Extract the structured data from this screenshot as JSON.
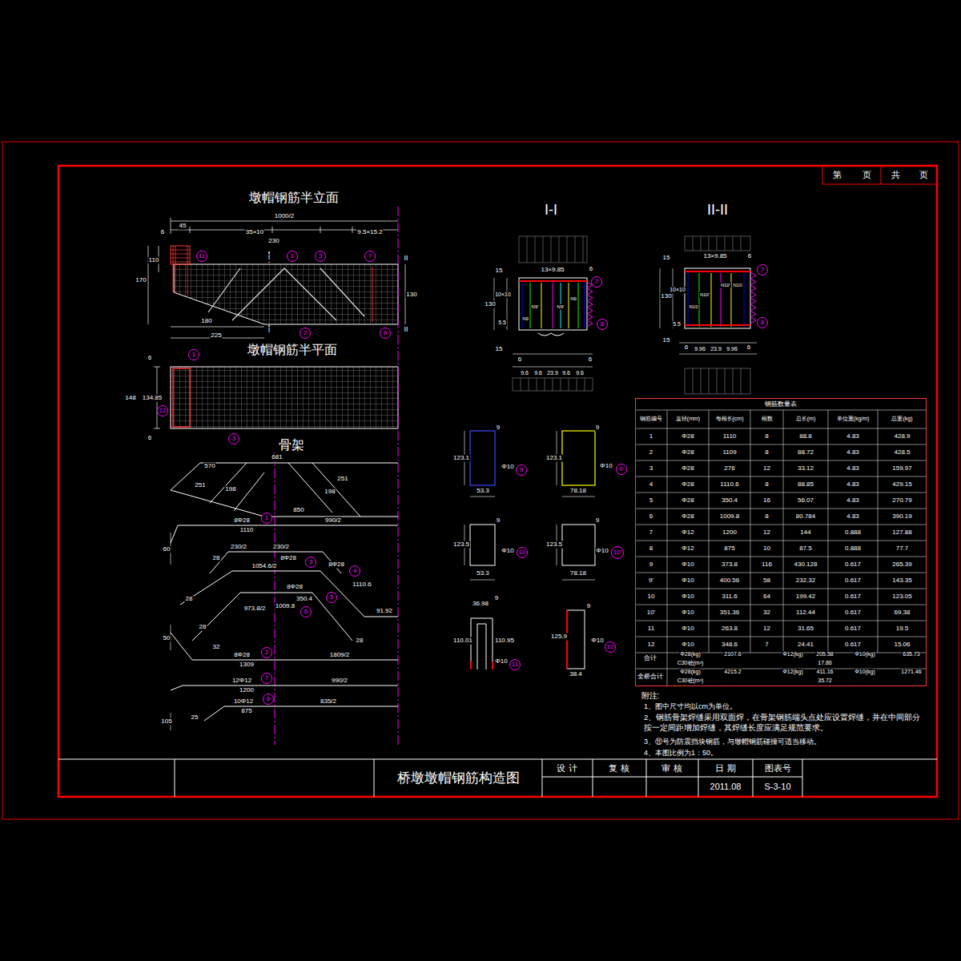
{
  "diagram": {
    "title": "桥墩墩帽钢筋构造图",
    "nodes": [
      {
        "text": [
          "钢筋数量表"
        ]
      },
      {
        "text": [
          "11"
        ]
      },
      {
        "text": [
          "1"
        ]
      },
      {
        "text": [
          "3"
        ]
      },
      {
        "text": [
          "7"
        ]
      },
      {
        "text": [
          "2"
        ]
      },
      {
        "text": [
          "8"
        ]
      },
      {
        "text": [
          "1"
        ]
      },
      {
        "text": [
          "12"
        ]
      },
      {
        "text": [
          "3"
        ]
      },
      {
        "text": [
          "1"
        ]
      },
      {
        "text": [
          "3"
        ]
      },
      {
        "text": [
          "4"
        ]
      },
      {
        "text": [
          "5"
        ]
      },
      {
        "text": [
          "6"
        ]
      },
      {
        "text": [
          "2"
        ]
      },
      {
        "text": [
          "7"
        ]
      },
      {
        "text": [
          "8"
        ]
      },
      {
        "text": [
          "7"
        ]
      },
      {
        "text": [
          "8"
        ]
      },
      {
        "text": [
          "7"
        ]
      },
      {
        "text": [
          "8"
        ]
      },
      {
        "text": [
          "9"
        ]
      },
      {
        "text": [
          "9'"
        ]
      },
      {
        "text": [
          "10"
        ]
      },
      {
        "text": [
          "10'"
        ]
      },
      {
        "text": [
          "11"
        ]
      },
      {
        "text": [
          "12"
        ]
      }
    ],
    "labels": [
      "墩帽钢筋半立面",
      "墩帽钢筋半平面",
      "骨架",
      "I-I",
      "II-II",
      "1000/2",
      "45",
      "6",
      "35×10",
      "230",
      "9.5×15.2",
      "170",
      "110",
      "130",
      "180",
      "225",
      "I",
      "I",
      "II",
      "II",
      "6",
      "148",
      "134.85",
      "6",
      "570",
      "681",
      "850",
      "251",
      "198",
      "198",
      "251",
      "8Φ28",
      "1110",
      "990/2",
      "60",
      "230/2",
      "230/2",
      "8Φ28",
      "28",
      "1054.6/2",
      "8Φ28",
      "1110.6",
      "28",
      "8Φ28",
      "350.4",
      "973.8/2",
      "1009.8",
      "28",
      "28",
      "91.92",
      "50",
      "32",
      "8Φ28",
      "1309",
      "1809/2",
      "12Φ12",
      "1200",
      "990/2",
      "10Φ12",
      "875",
      "835/2",
      "105",
      "25",
      "15",
      "6",
      "13×9.85",
      "130",
      "10×10",
      "5.5",
      "15",
      "6",
      "9.6",
      "9.6",
      "23.9",
      "9.6",
      "9.6",
      "6",
      "15",
      "13×9.85",
      "6",
      "130",
      "10×10",
      "5.5",
      "15",
      "6",
      "9.96",
      "23.9",
      "9.96",
      "6",
      "N9",
      "N9'",
      "N9'",
      "N9",
      "N10",
      "N10'",
      "N10'",
      "N10",
      "9",
      "123.1",
      "53.3",
      "Φ10",
      "9",
      "123.1",
      "78.18",
      "Φ10",
      "9",
      "123.5",
      "53.3",
      "Φ10",
      "9",
      "123.5",
      "78.18",
      "Φ10",
      "36.98",
      "110.01",
      "110.95",
      "9",
      "Φ10",
      "9",
      "125.9",
      "38.4",
      "Φ10",
      "合计",
      "Φ28(kg)",
      "2107.6",
      "Φ12(kg)",
      "205.58",
      "Φ10(kg)",
      "635.73",
      "C30砼(m³)",
      "17.86",
      "全桥合计",
      "Φ28(kg)",
      "4215.2",
      "Φ12(kg)",
      "411.16",
      "Φ10(kg)",
      "1271.46",
      "C30砼(m³)",
      "35.72",
      "附注:",
      "1、图中尺寸均以cm为单位。",
      "2、钢筋骨架焊缝采用双面焊，在骨架钢筋端头点处应设置焊缝，并在中间部分按一定间距增加焊缝，其焊缝长度应满足规范要求。",
      "3、⑪号为防震挡块钢筋，与墩帽钢筋碰撞可适当移动。",
      "4、本图比例为1：50。",
      "设 计",
      "复 核",
      "审 核",
      "日 期",
      "图表号",
      "2011.08",
      "S-3-10",
      "第",
      "页",
      "共",
      "页",
      "钢筋编号",
      "直径(mm)",
      "每根长(cm)",
      "根数",
      "总长(m)",
      "单位重(kg/m)",
      "总重(kg)",
      "1",
      "Φ28",
      "1110",
      "8",
      "88.8",
      "4.83",
      "428.9",
      "2",
      "Φ28",
      "1109",
      "8",
      "88.72",
      "4.83",
      "428.5",
      "3",
      "Φ28",
      "276",
      "12",
      "33.12",
      "4.83",
      "159.97",
      "4",
      "Φ28",
      "1110.6",
      "8",
      "88.85",
      "4.83",
      "429.15",
      "5",
      "Φ28",
      "350.4",
      "16",
      "56.07",
      "4.83",
      "270.79",
      "6",
      "Φ28",
      "1009.8",
      "8",
      "80.784",
      "4.83",
      "390.19",
      "7",
      "Φ12",
      "1200",
      "12",
      "144",
      "0.888",
      "127.88",
      "8",
      "Φ12",
      "875",
      "10",
      "87.5",
      "0.888",
      "77.7",
      "9",
      "Φ10",
      "373.8",
      "116",
      "430.128",
      "0.617",
      "265.39",
      "9'",
      "Φ10",
      "400.56",
      "58",
      "232.32",
      "0.617",
      "143.35",
      "10",
      "Φ10",
      "311.6",
      "64",
      "199.42",
      "0.617",
      "123.05",
      "10'",
      "Φ10",
      "351.36",
      "32",
      "112.44",
      "0.617",
      "69.38",
      "11",
      "Φ10",
      "263.8",
      "12",
      "31.65",
      "0.617",
      "19.5",
      "12",
      "Φ10",
      "348.6",
      "7",
      "24.41",
      "0.617",
      "15.06"
    ]
  }
}
